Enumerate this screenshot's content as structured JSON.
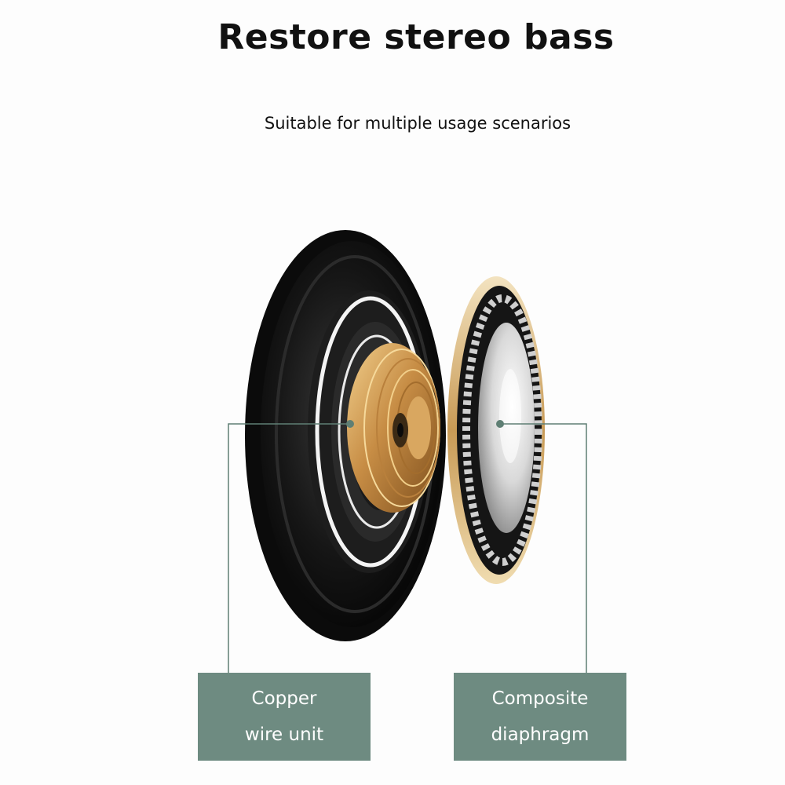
{
  "header": {
    "title": "Restore stereo bass",
    "subtitle": "Suitable for multiple usage scenarios"
  },
  "callouts": [
    {
      "line1": "Copper",
      "line2": "wire unit"
    },
    {
      "line1": "Composite",
      "line2": "diaphragm"
    }
  ],
  "colors": {
    "label_background": "#6e8b81",
    "leader_line": "#5f7f74",
    "copper": "#c9924a",
    "driver_black": "#141414"
  }
}
